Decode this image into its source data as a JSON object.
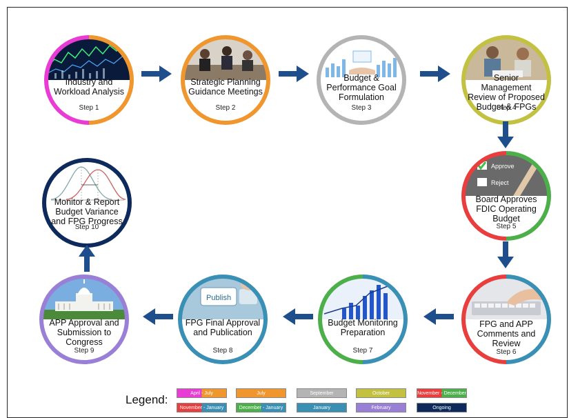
{
  "steps": [
    {
      "label": "Industry and Workload Analysis",
      "step": "Step 1",
      "ring": [
        "#e83cd4",
        "#f0962e"
      ],
      "icon": "stock-chart-icon"
    },
    {
      "label": "Strategic Planning Guidance Meetings",
      "step": "Step 2",
      "ring": [
        "#f0962e"
      ],
      "icon": "meeting-photo-icon"
    },
    {
      "label": "Budget & Performance Goal Formulation",
      "step": "Step 3",
      "ring": [
        "#b4b4b4"
      ],
      "icon": "bar-chart-hand-icon"
    },
    {
      "label": "Senior Management Review of Proposed Budget & FPGs",
      "step": "Step 4",
      "ring": [
        "#c3c141"
      ],
      "icon": "review-photo-icon"
    },
    {
      "label": "Board Approves FDIC Operating Budget",
      "step": "Step 5",
      "ring": [
        "#e83e3e",
        "#4daf4a"
      ],
      "icon": "approve-reject-icon"
    },
    {
      "label": "FPG and APP Comments and Review",
      "step": "Step 6",
      "ring": [
        "#e83e3e",
        "#3a8fb4"
      ],
      "icon": "typing-hands-icon"
    },
    {
      "label": "Budget Monitoring Preparation",
      "step": "Step 7",
      "ring": [
        "#4daf4a",
        "#3a8fb4"
      ],
      "icon": "blue-bar-chart-icon"
    },
    {
      "label": "FPG Final Approval and Publication",
      "step": "Step 8",
      "ring": [
        "#3a8fb4"
      ],
      "icon": "publish-key-icon"
    },
    {
      "label": "APP Approval and Submission to Congress",
      "step": "Step 9",
      "ring": [
        "#9a7fd6"
      ],
      "icon": "capitol-building-icon"
    },
    {
      "label": "Monitor & Report Budget Variance and FPG Progress",
      "step": "Step 10",
      "ring": [
        "#0e2a5c"
      ],
      "icon": "bell-curve-icon"
    }
  ],
  "legend": {
    "title": "Legend:",
    "items": [
      {
        "text": "April - July",
        "colors": [
          "#e83cd4",
          "#f0962e"
        ]
      },
      {
        "text": "July",
        "colors": [
          "#f0962e"
        ]
      },
      {
        "text": "September",
        "colors": [
          "#b4b4b4"
        ]
      },
      {
        "text": "October",
        "colors": [
          "#c3c141"
        ]
      },
      {
        "text": "November - December",
        "colors": [
          "#e83e3e",
          "#4daf4a"
        ]
      },
      {
        "text": "November - January",
        "colors": [
          "#e83e3e",
          "#3a8fb4"
        ]
      },
      {
        "text": "December - January",
        "colors": [
          "#4daf4a",
          "#3a8fb4"
        ]
      },
      {
        "text": "January",
        "colors": [
          "#3a8fb4"
        ]
      },
      {
        "text": "February",
        "colors": [
          "#9a7fd6"
        ]
      },
      {
        "text": "Ongoing",
        "colors": [
          "#0e2a5c"
        ]
      }
    ]
  },
  "arrow_color": "#1f4e8c"
}
